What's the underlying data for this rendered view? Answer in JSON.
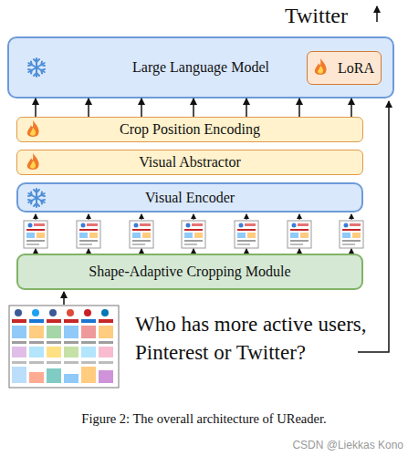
{
  "diagram": {
    "caption": "Figure 2: The overall architecture of UReader.",
    "nodes": [
      {
        "text": [
          "Large Language Model"
        ]
      },
      {
        "text": [
          "LoRA"
        ],
        "in": 0
      },
      {
        "text": [
          "Crop Position Encoding"
        ]
      },
      {
        "text": [
          "Visual Abstractor"
        ]
      },
      {
        "text": [
          "Visual Encoder"
        ]
      },
      {
        "text": [
          "Shape-Adaptive Cropping Module"
        ]
      }
    ],
    "edges": [
      {
        "from": 2,
        "to": 0,
        "arrow": "to"
      },
      {
        "from": 2,
        "to": 0,
        "arrow": "to"
      },
      {
        "from": 2,
        "to": 0,
        "arrow": "to"
      },
      {
        "from": 2,
        "to": 0,
        "arrow": "to"
      },
      {
        "from": 2,
        "to": 0,
        "arrow": "to"
      },
      {
        "from": 2,
        "to": 0,
        "arrow": "to"
      },
      {
        "from": 2,
        "to": 0,
        "arrow": "to"
      }
    ],
    "labels": [
      "Twitter",
      "Who has more active users, Pinterest or Twitter?",
      "CSDN @Liekkas Kono"
    ]
  }
}
